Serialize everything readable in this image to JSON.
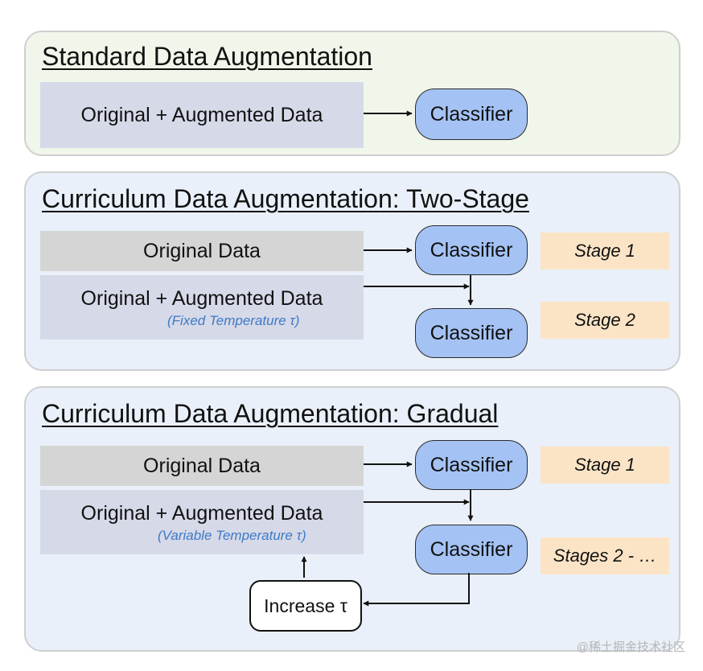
{
  "standard": {
    "title": "Standard Data Augmentation",
    "data_label": "Original + Augmented Data",
    "classifier_label": "Classifier"
  },
  "two_stage": {
    "title": "Curriculum Data Augmentation: Two-Stage",
    "original_label": "Original Data",
    "augmented_label": "Original + Augmented Data",
    "temperature_label": "(Fixed Temperature τ)",
    "classifier1_label": "Classifier",
    "classifier2_label": "Classifier",
    "stage1_label": "Stage 1",
    "stage2_label": "Stage 2"
  },
  "gradual": {
    "title": "Curriculum Data Augmentation: Gradual",
    "original_label": "Original Data",
    "augmented_label": "Original + Augmented Data",
    "temperature_label": "(Variable Temperature τ)",
    "classifier1_label": "Classifier",
    "classifier2_label": "Classifier",
    "stage1_label": "Stage 1",
    "stage2_label": "Stages 2 - …",
    "increase_label": "Increase τ"
  },
  "watermark": "@稀土掘金技术社区",
  "colors": {
    "standard_panel_bg": "#f1f6ea",
    "curriculum_panel_bg": "#eaf0f9",
    "classifier_fill": "#a4c3f4",
    "stage_fill": "#fbe4c6",
    "original_data_fill": "#d5d5d5",
    "augmented_data_fill": "#d6d9e8",
    "temperature_text": "#3d7ac7"
  }
}
